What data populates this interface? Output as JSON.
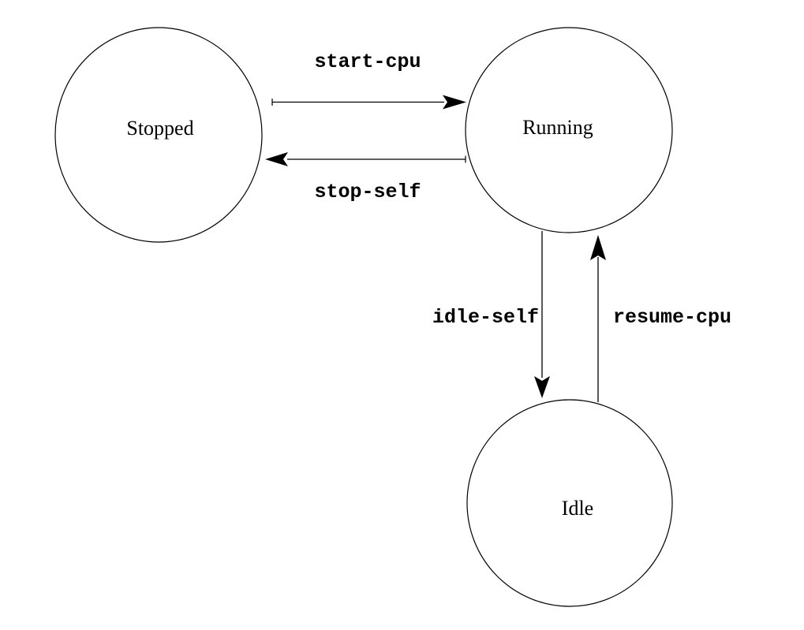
{
  "colors": {
    "background": "#ffffff",
    "stroke": "#000000",
    "text": "#000000"
  },
  "diagram": {
    "type": "state-transition-diagram",
    "states": [
      {
        "id": "stopped",
        "label": "Stopped"
      },
      {
        "id": "running",
        "label": "Running"
      },
      {
        "id": "idle",
        "label": "Idle"
      }
    ],
    "transitions": [
      {
        "id": "start-cpu",
        "label": "start-cpu",
        "from": "Stopped",
        "to": "Running",
        "direction": "right"
      },
      {
        "id": "stop-self",
        "label": "stop-self",
        "from": "Running",
        "to": "Stopped",
        "direction": "left"
      },
      {
        "id": "idle-self",
        "label": "idle-self",
        "from": "Running",
        "to": "Idle",
        "direction": "down"
      },
      {
        "id": "resume-cpu",
        "label": "resume-cpu",
        "from": "Idle",
        "to": "Running",
        "direction": "up"
      }
    ]
  }
}
